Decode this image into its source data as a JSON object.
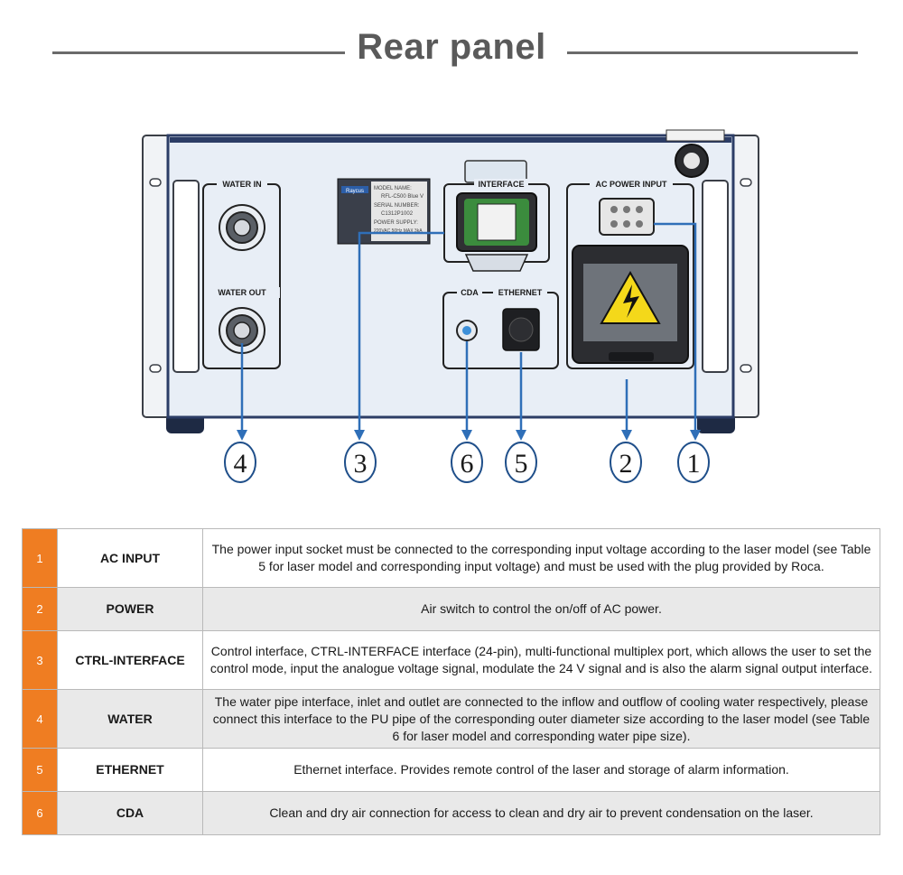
{
  "heading": "Rear panel",
  "panel_labels": {
    "water_in": "WATER IN",
    "water_out": "WATER OUT",
    "interface": "INTERFACE",
    "ac_power_input": "AC POWER INPUT",
    "cda": "CDA",
    "ethernet": "ETHERNET"
  },
  "nameplate": {
    "brand": "Raycus",
    "lines": [
      "MODEL NAME:",
      "RFL-C500 Blue V",
      "SERIAL NUMBER:",
      "C1312P1002",
      "POWER SUPPLY:",
      "220VAC 50Hz MAX 3kA"
    ]
  },
  "callouts": [
    "4",
    "3",
    "6",
    "5",
    "2",
    "1"
  ],
  "table": {
    "rows": [
      {
        "num": "1",
        "name": "AC INPUT",
        "desc": "The power input socket must be connected to the corresponding input voltage according to the laser model (see Table 5 for laser model and corresponding input voltage) and must be used with the plug provided by Roca."
      },
      {
        "num": "2",
        "name": "POWER",
        "desc": "Air switch to control the on/off of AC power."
      },
      {
        "num": "3",
        "name": "CTRL-INTERFACE",
        "desc": "Control interface, CTRL-INTERFACE interface (24-pin), multi-functional multiplex port, which allows the user to set the control mode, input the analogue voltage signal, modulate the 24 V signal and is also the alarm signal output interface."
      },
      {
        "num": "4",
        "name": "WATER",
        "desc": "The water pipe interface, inlet and outlet are connected to the inflow and outflow of cooling water respectively, please connect this interface to the PU pipe of the corresponding outer diameter size according to the laser model (see Table 6 for laser model and corresponding water pipe size)."
      },
      {
        "num": "5",
        "name": "ETHERNET",
        "desc": "Ethernet interface. Provides remote control of the laser and storage of alarm information."
      },
      {
        "num": "6",
        "name": "CDA",
        "desc": "Clean and dry air connection for access to clean and dry air to prevent condensation on the laser."
      }
    ]
  }
}
